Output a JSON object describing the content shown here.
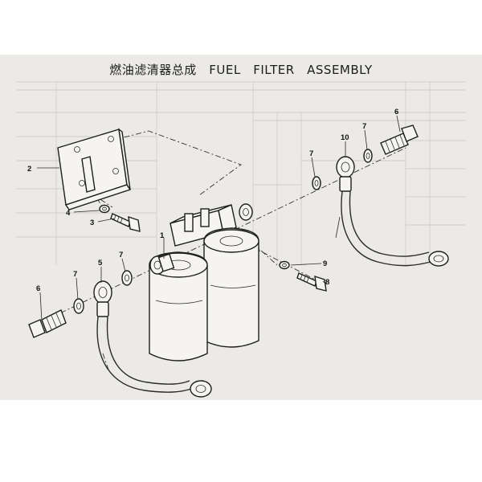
{
  "title": "燃油滤清器总成　FUEL　FILTER　ASSEMBLY",
  "callouts": [
    "1",
    "2",
    "3",
    "4",
    "5",
    "6",
    "6",
    "7",
    "7",
    "7",
    "7",
    "8",
    "9",
    "10"
  ]
}
